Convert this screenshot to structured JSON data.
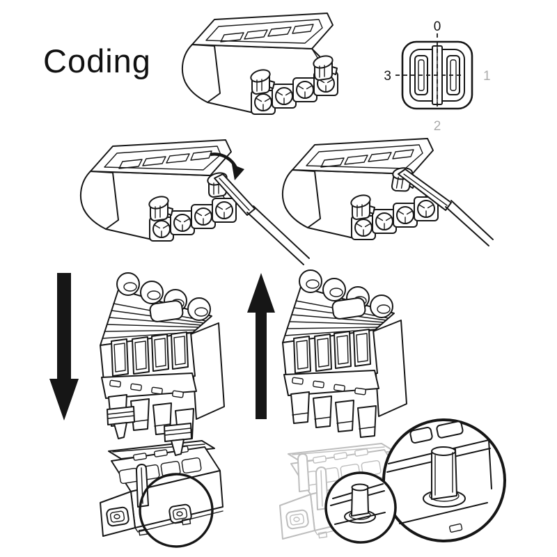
{
  "title": "Coding",
  "coding_diagram": {
    "position_top": "0",
    "position_right": "1",
    "position_bottom": "2",
    "position_left": "3"
  },
  "colors": {
    "ink": "#161616",
    "faded_part": "#bdbdbd",
    "inactive_label": "#ababab",
    "background": "#ffffff"
  },
  "icons": {
    "rotate_clockwise_arrow": "curved-arrow",
    "insert_down_arrow": "solid-down-arrow",
    "remove_up_arrow": "solid-up-arrow",
    "magnifier_detail": "zoom-circles"
  }
}
